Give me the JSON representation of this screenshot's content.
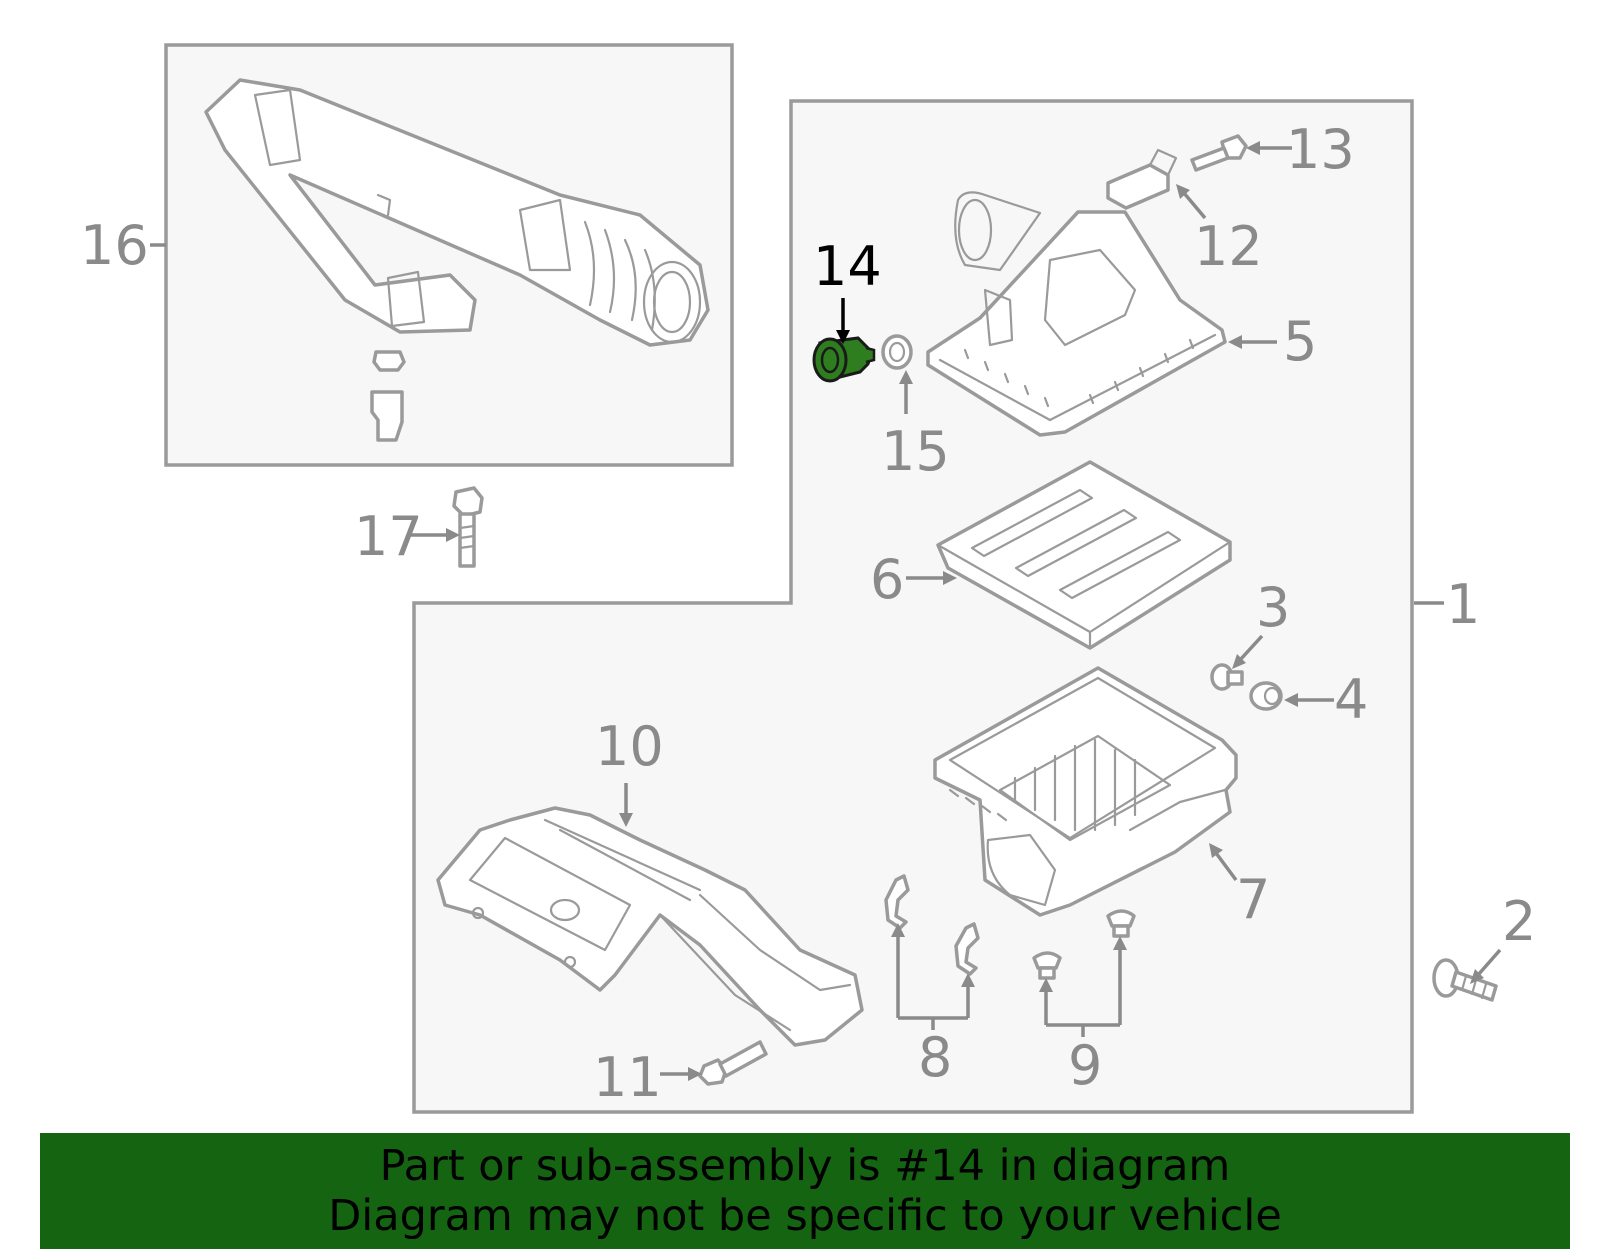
{
  "colors": {
    "highlight": "#2e7d1e",
    "banner_background": "#146412",
    "line": "#9a9a9a",
    "panel": "#f7f7f7"
  },
  "callouts": {
    "c1": "1",
    "c2": "2",
    "c3": "3",
    "c4": "4",
    "c5": "5",
    "c6": "6",
    "c7": "7",
    "c8": "8",
    "c9": "9",
    "c10": "10",
    "c11": "11",
    "c12": "12",
    "c13": "13",
    "c14": "14",
    "c15": "15",
    "c16": "16",
    "c17": "17"
  },
  "highlighted_part": "14",
  "banner": {
    "line1": "Part or sub-assembly is #14 in diagram",
    "line2": "Diagram may not be specific to your vehicle"
  }
}
